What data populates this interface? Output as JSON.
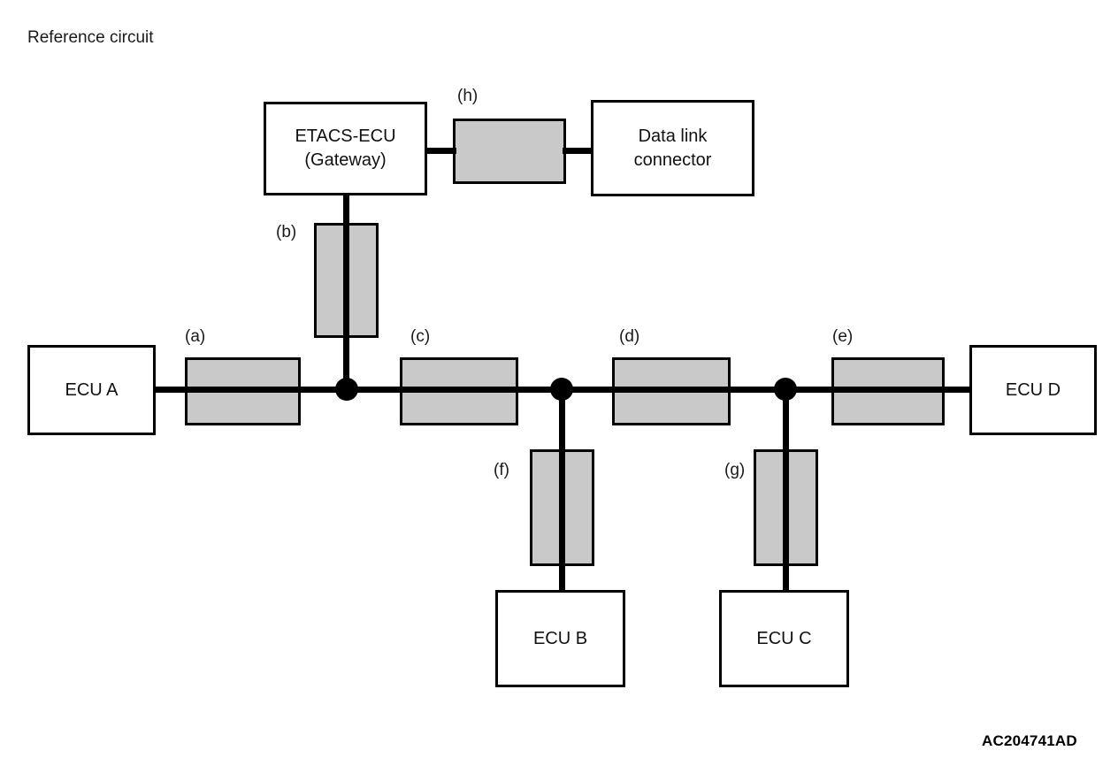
{
  "figure": {
    "caption": "Reference circuit",
    "id_code": "AC204741AD",
    "colors": {
      "line": "#000000",
      "block_fill": "#c9c9c9",
      "box_fill": "#ffffff",
      "background": "#ffffff"
    }
  },
  "nodes": {
    "etacs_ecu": "ETACS-ECU\n(Gateway)",
    "data_link_connector": "Data link\nconnector",
    "ecu_a": "ECU A",
    "ecu_b": "ECU B",
    "ecu_c": "ECU C",
    "ecu_d": "ECU D"
  },
  "segment_labels": {
    "a": "(a)",
    "b": "(b)",
    "c": "(c)",
    "d": "(d)",
    "e": "(e)",
    "f": "(f)",
    "g": "(g)",
    "h": "(h)"
  },
  "diagram_data": {
    "type": "network-bus-schematic",
    "bus_orientation": "horizontal",
    "junction_count": 3,
    "blocks": [
      {
        "id": "a",
        "label": "(a)",
        "orientation": "horizontal",
        "between": [
          "ECU A",
          "junction-1"
        ]
      },
      {
        "id": "b",
        "label": "(b)",
        "orientation": "vertical",
        "between": [
          "ETACS-ECU (Gateway)",
          "junction-1"
        ]
      },
      {
        "id": "c",
        "label": "(c)",
        "orientation": "horizontal",
        "between": [
          "junction-1",
          "junction-2"
        ]
      },
      {
        "id": "d",
        "label": "(d)",
        "orientation": "horizontal",
        "between": [
          "junction-2",
          "junction-3"
        ]
      },
      {
        "id": "e",
        "label": "(e)",
        "orientation": "horizontal",
        "between": [
          "junction-3",
          "ECU D"
        ]
      },
      {
        "id": "f",
        "label": "(f)",
        "orientation": "vertical",
        "between": [
          "junction-2",
          "ECU B"
        ]
      },
      {
        "id": "g",
        "label": "(g)",
        "orientation": "vertical",
        "between": [
          "junction-3",
          "ECU C"
        ]
      },
      {
        "id": "h",
        "label": "(h)",
        "orientation": "horizontal",
        "between": [
          "ETACS-ECU (Gateway)",
          "Data link connector"
        ]
      }
    ]
  }
}
